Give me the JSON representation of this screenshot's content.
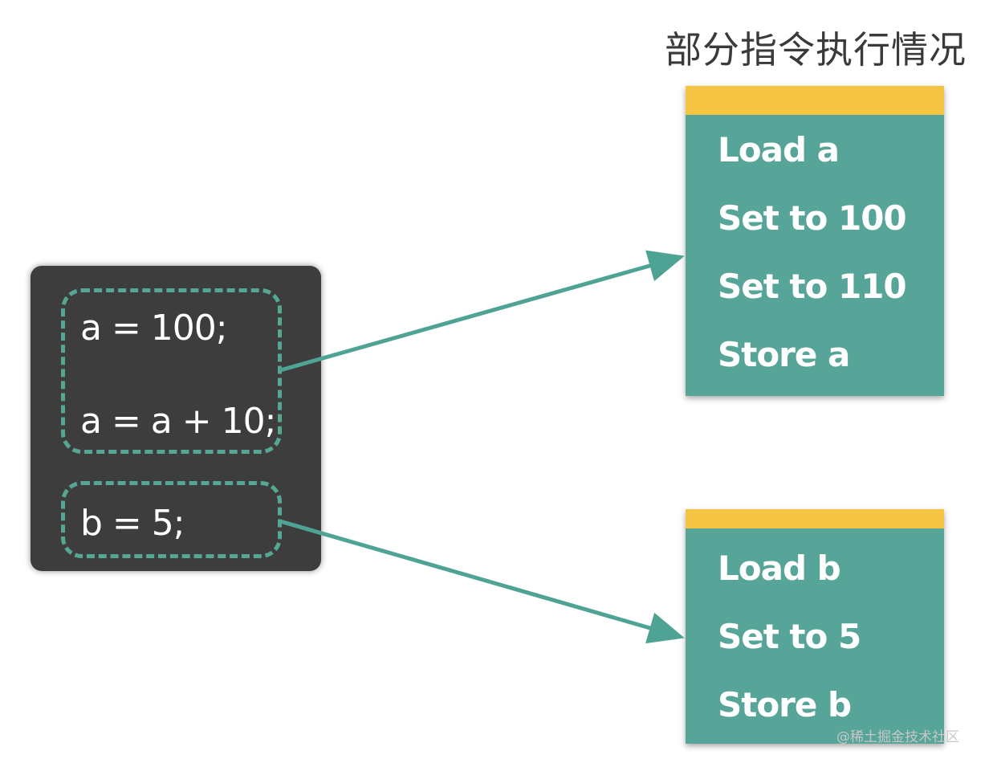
{
  "title": "部分指令执行情况",
  "code": {
    "lines": [
      "a = 100;",
      "a = a + 10;",
      "b = 5;"
    ]
  },
  "instruction_boxes": [
    {
      "items": [
        "Load a",
        "Set to 100",
        "Set to 110",
        "Store a"
      ]
    },
    {
      "items": [
        "Load b",
        "Set to 5",
        "Store b"
      ]
    }
  ],
  "colors": {
    "panel": "#3d3d3d",
    "dashed_border": "#55a693",
    "box": "#56a598",
    "box_header": "#f6c443",
    "arrow": "#4fa394"
  },
  "watermark": "@稀土掘金技术社区"
}
